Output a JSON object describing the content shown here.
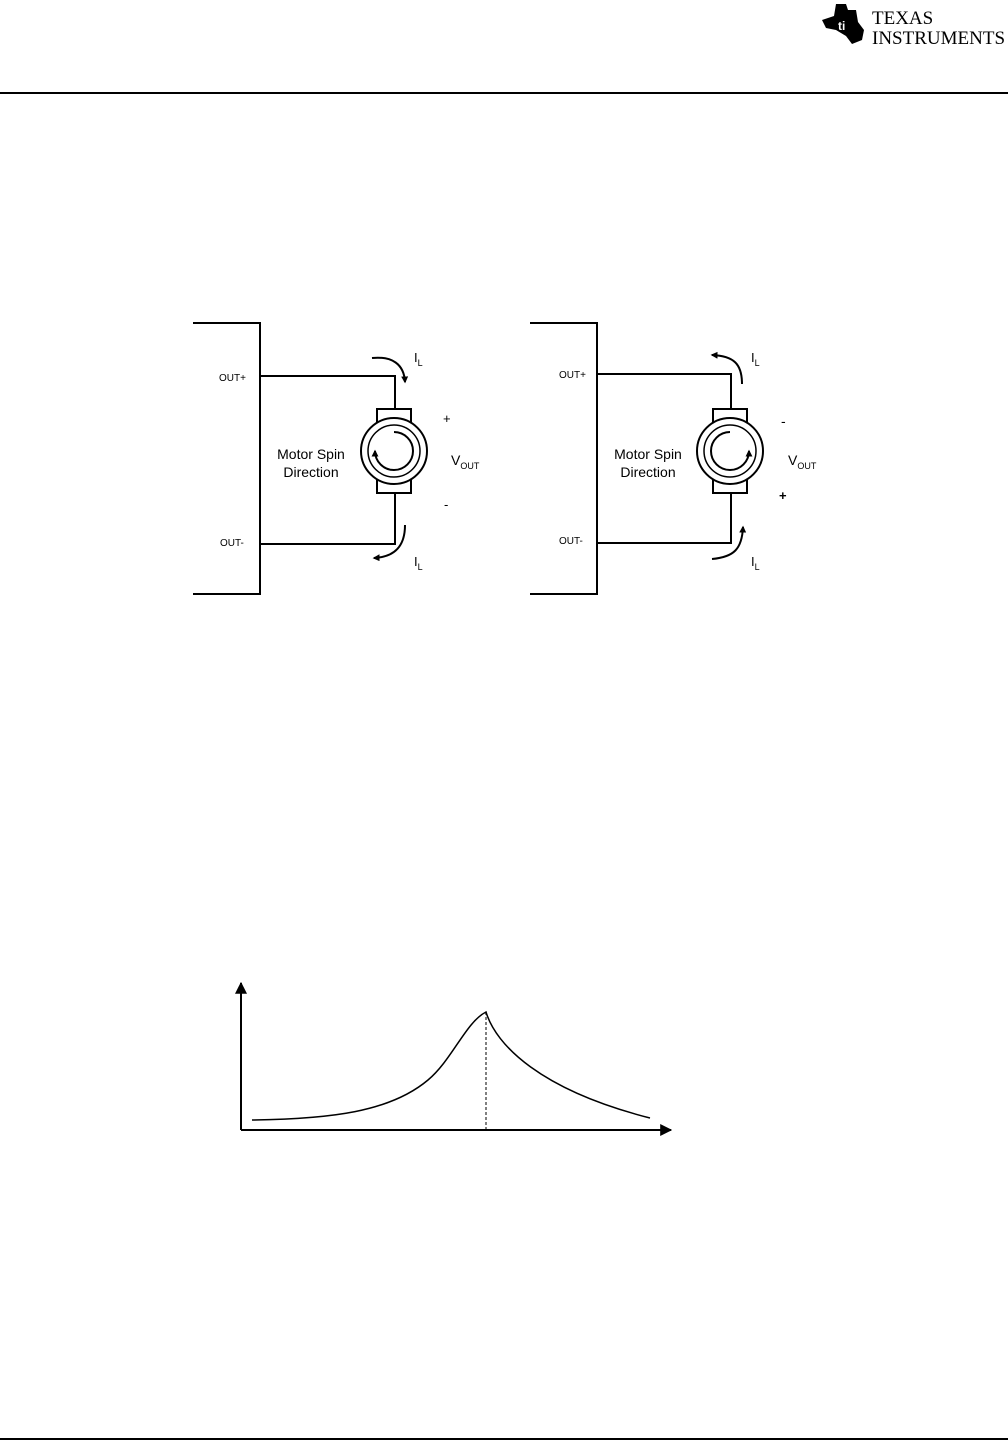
{
  "header": {
    "logo_line1": "TEXAS",
    "logo_line2": "INSTRUMENTS"
  },
  "circuit_left": {
    "out_plus": "OUT+",
    "out_minus": "OUT-",
    "spin_line1": "Motor Spin",
    "spin_line2": "Direction",
    "current_main": "I",
    "current_sub": "L",
    "vout_main": "V",
    "vout_sub": "OUT",
    "top_polarity": "+",
    "bottom_polarity": "-"
  },
  "circuit_right": {
    "out_plus": "OUT+",
    "out_minus": "OUT-",
    "spin_line1": "Motor Spin",
    "spin_line2": "Direction",
    "current_main": "I",
    "current_sub": "L",
    "vout_main": "V",
    "vout_sub": "OUT",
    "top_polarity": "-",
    "bottom_polarity": "+"
  },
  "curve_figure": {
    "line_color": "#000000"
  }
}
